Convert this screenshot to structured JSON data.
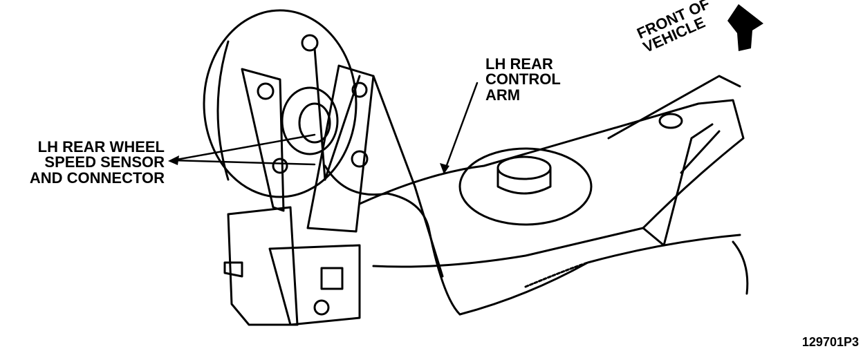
{
  "labels": {
    "sensor": [
      "LH REAR WHEEL",
      "SPEED SENSOR",
      "AND CONNECTOR"
    ],
    "arm": [
      "LH REAR",
      "CONTROL",
      "ARM"
    ],
    "front": [
      "FRONT OF",
      "VEHICLE"
    ],
    "code": "129701P3"
  },
  "colors": {
    "ink": "#000000",
    "paper": "#ffffff"
  },
  "icons": {
    "direction": "front-arrow-icon"
  }
}
